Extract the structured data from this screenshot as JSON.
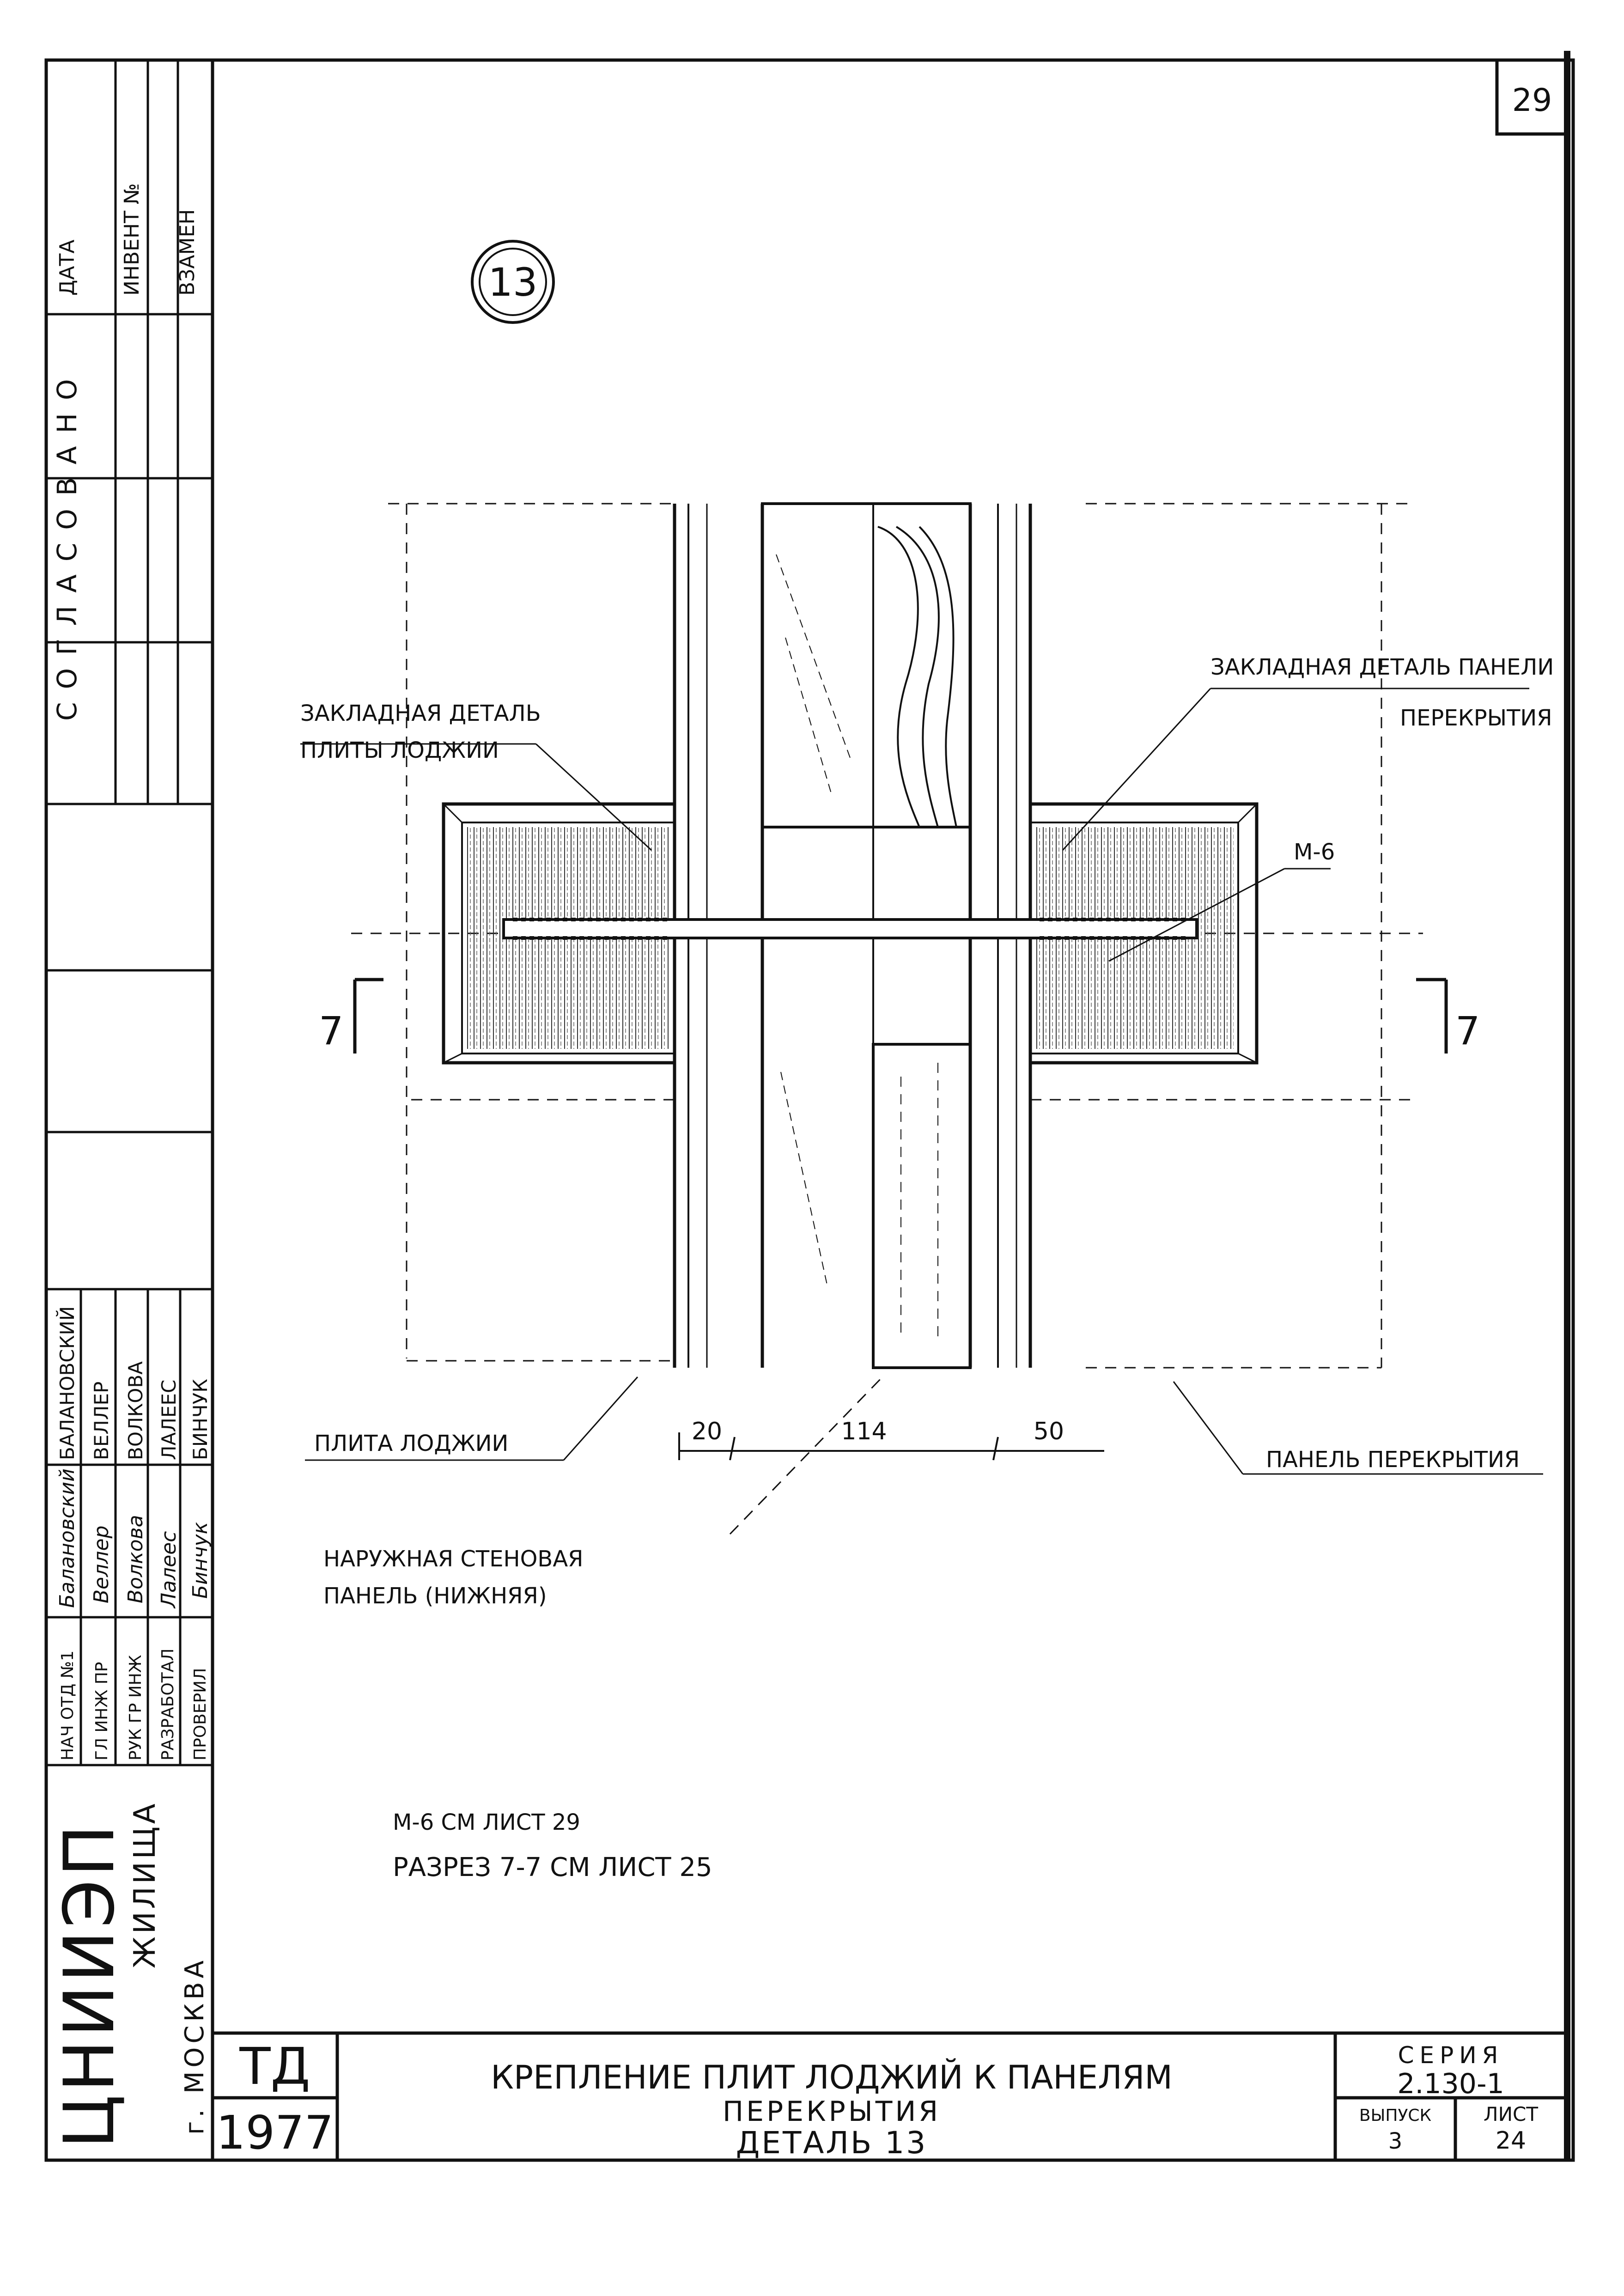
{
  "sheet_number_corner": "29",
  "detail_number": "13",
  "side_stamp": {
    "columns": [
      "ДАТА",
      "ИНВЕНТ №",
      "ВЗАМЕН"
    ],
    "agreed": "СОГЛАСОВАНО",
    "roles": [
      "НАЧ ОТД №1",
      "ГЛ ИНЖ ПР",
      "РУК ГР ИНЖ",
      "РАЗРАБОТАЛ",
      "ПРОВЕРИЛ"
    ],
    "names": [
      "БАЛАНОВСКИЙ",
      "ВЕЛЛЕР",
      "ВОЛКОВА",
      "ЛАЛЕЕС",
      "БИНЧУК"
    ],
    "signatures": [
      "Балановский",
      "Веллер",
      "Волкова",
      "Лалеес",
      "Бинчук"
    ],
    "org_main": "ЦНИИЭП",
    "org_sub": "ЖИЛИЩА",
    "city": "г. МОСКВА"
  },
  "labels": {
    "embedded_left_1": "ЗАКЛАДНАЯ ДЕТАЛЬ",
    "embedded_left_2": "ПЛИТЫ ЛОДЖИИ",
    "embedded_right_1": "ЗАКЛАДНАЯ ДЕТАЛЬ ПАНЕЛИ",
    "embedded_right_2": "ПЕРЕКРЫТИЯ",
    "part_m6": "М-6",
    "section_left": "7",
    "section_right": "7",
    "loggia_slab": "ПЛИТА ЛОДЖИИ",
    "floor_panel": "ПАНЕЛЬ ПЕРЕКРЫТИЯ",
    "wall_panel_1": "НАРУЖНАЯ СТЕНОВАЯ",
    "wall_panel_2": "ПАНЕЛЬ (НИЖНЯЯ)",
    "dim_1": "20",
    "dim_2": "114",
    "dim_3": "50"
  },
  "notes": [
    "М-6  СМ ЛИСТ 29",
    "РАЗРЕЗ 7-7  СМ ЛИСТ 25"
  ],
  "title_block": {
    "code": "ТД",
    "year": "1977",
    "title_1": "КРЕПЛЕНИЕ ПЛИТ  ЛОДЖИЙ  К ПАНЕЛЯМ",
    "title_2": "ПЕРЕКРЫТИЯ",
    "title_3": "ДЕТАЛЬ 13",
    "series_label": "СЕРИЯ",
    "series_value": "2.130-1",
    "issue_label": "ВЫПУСК",
    "issue_value": "3",
    "sheet_label": "ЛИСТ",
    "sheet_value": "24"
  }
}
